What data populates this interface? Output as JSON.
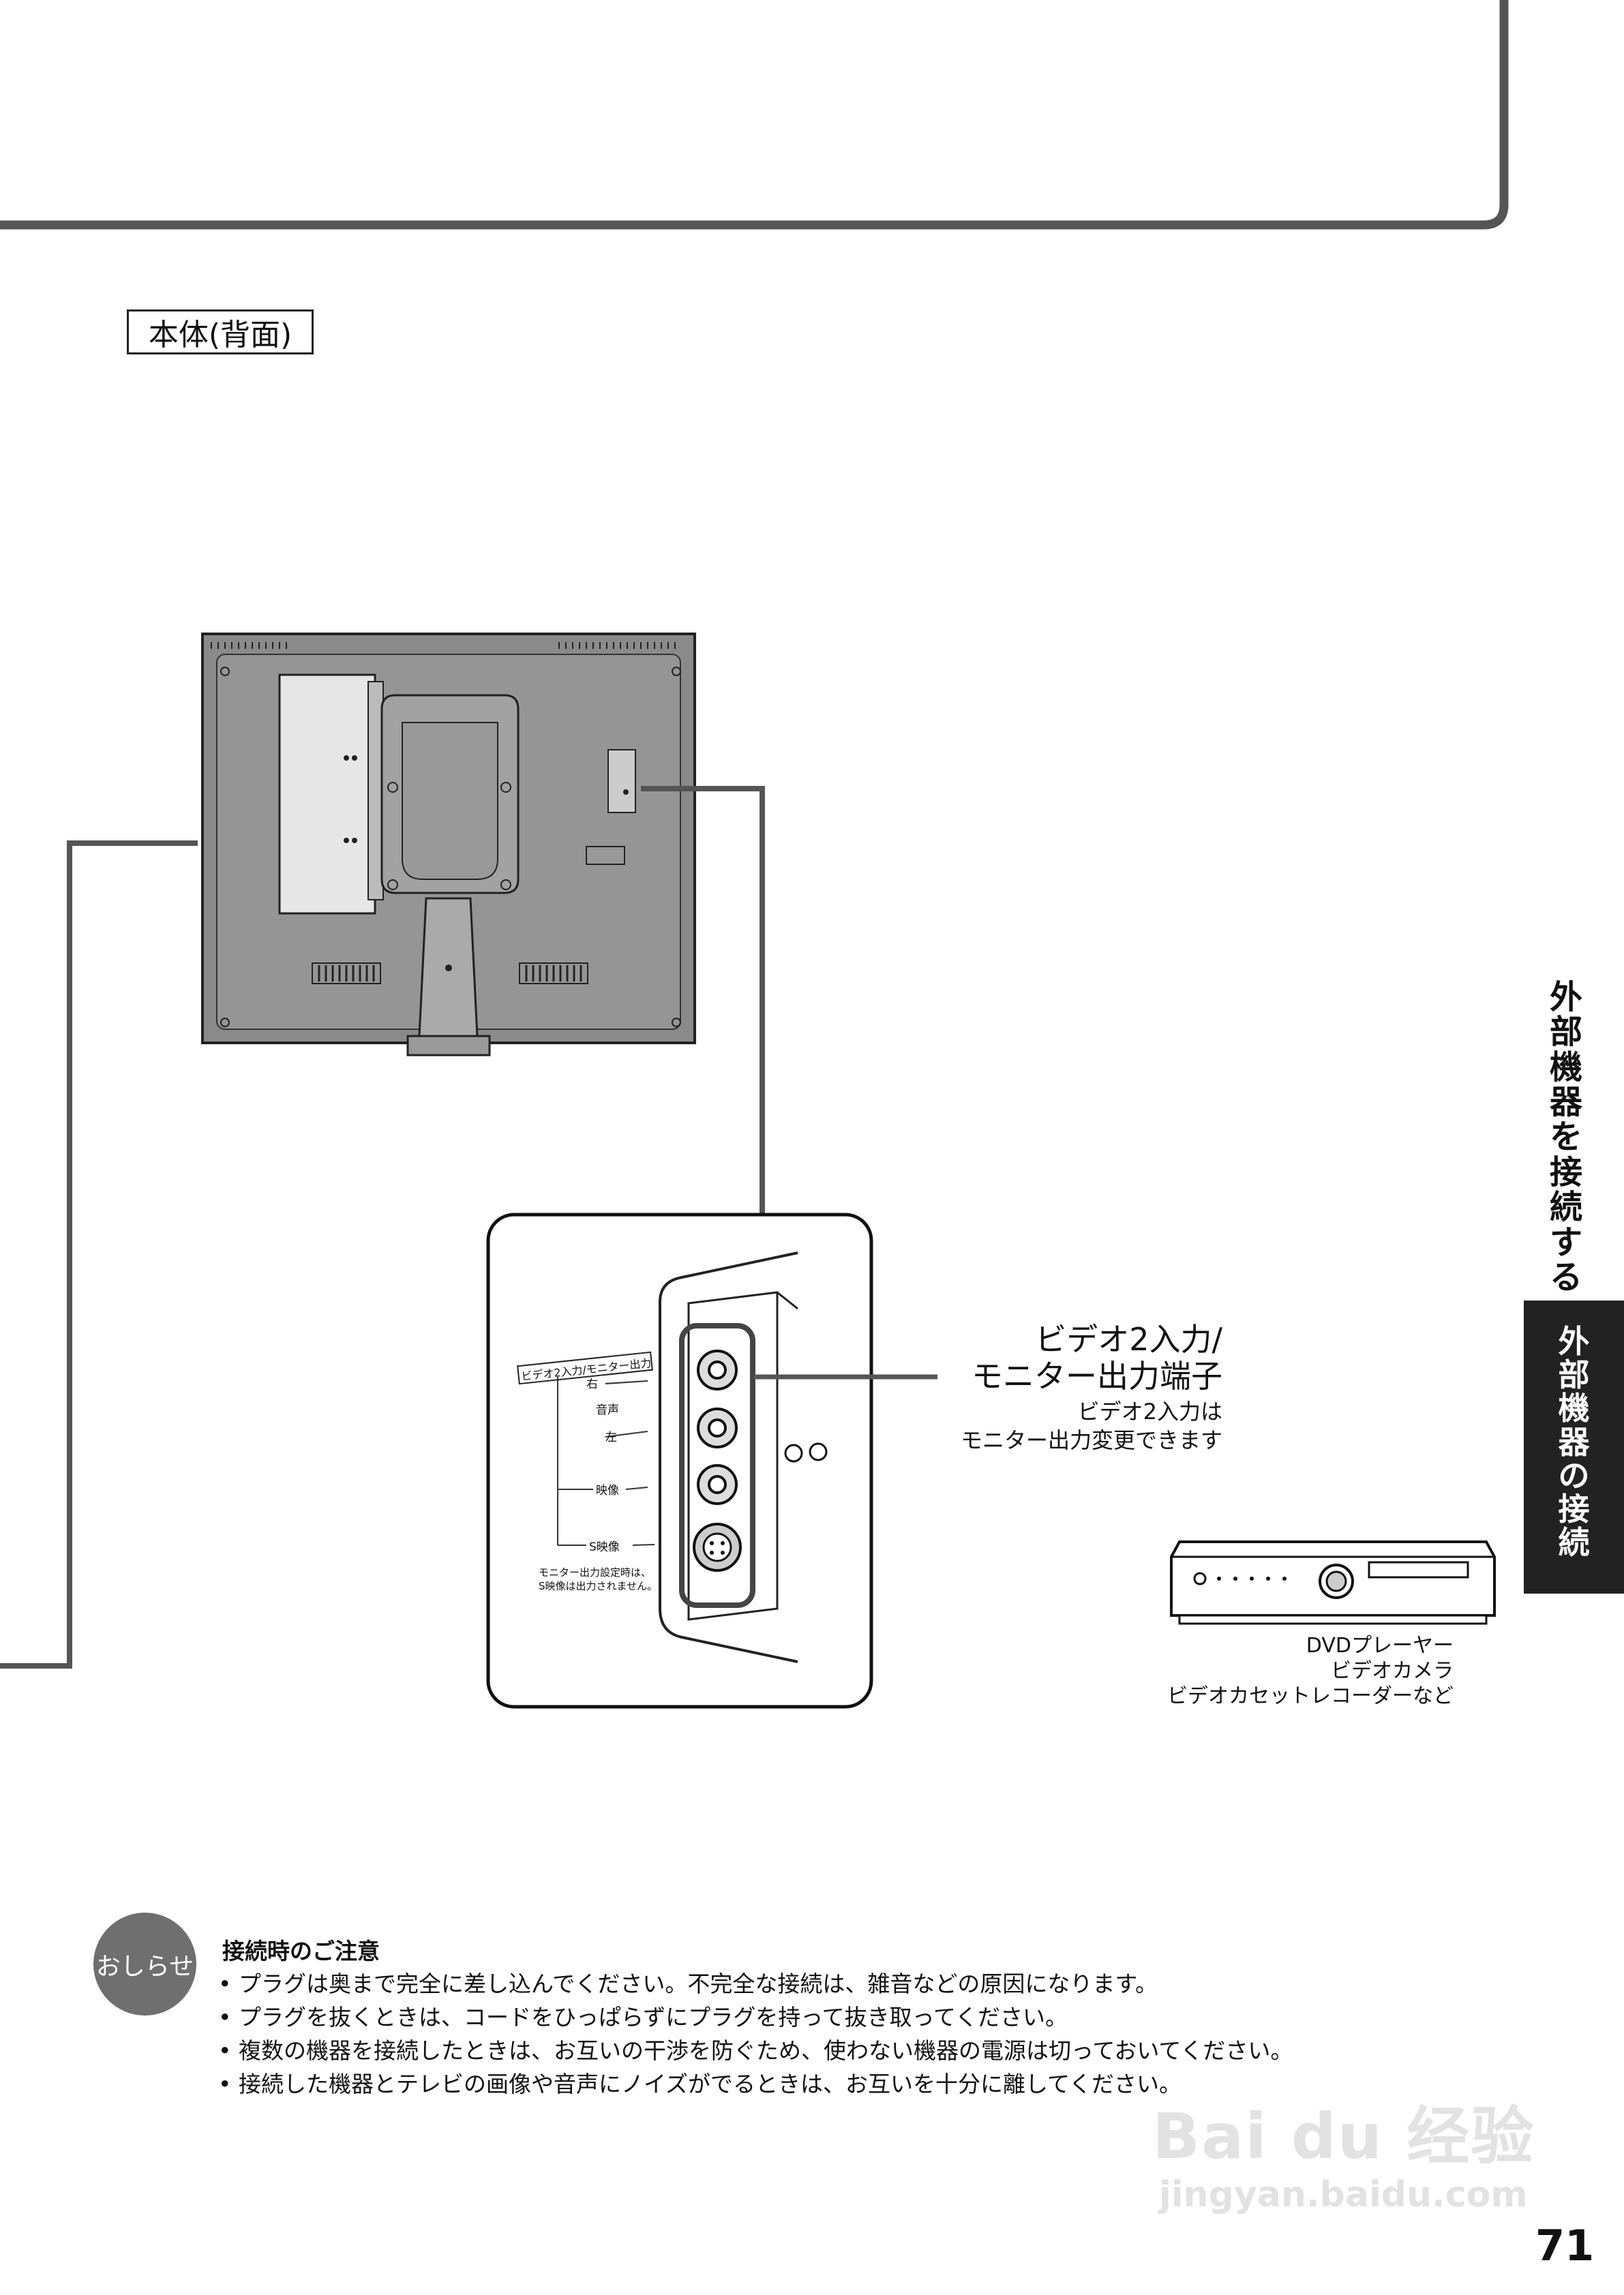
{
  "header_box": "本体(背面)",
  "side_heading": "外部機器を接続する",
  "side_tab": "外部機器の接続",
  "callout": {
    "title_line1": "ビデオ2入力/",
    "title_line2": "モニター出力端子",
    "sub_line1": "ビデオ2入力は",
    "sub_line2": "モニター出力変更できます"
  },
  "panel_labels": {
    "header": "ビデオ2入力/モニター出力",
    "right": "右",
    "audio": "音声",
    "left": "左",
    "video": "映像",
    "svideo": "S映像",
    "note1": "モニター出力設定時は、",
    "note2": "S映像は出力されません。"
  },
  "device_caption": {
    "line1": "DVDプレーヤー",
    "line2": "ビデオカメラ",
    "line3": "ビデオカセットレコーダーなど"
  },
  "notice": {
    "badge": "おしらせ",
    "title": "接続時のご注意",
    "items": [
      "プラグは奥まで完全に差し込んでください。不完全な接続は、雑音などの原因になります。",
      "プラグを抜くときは、コードをひっぱらずにプラグを持って抜き取ってください。",
      "複数の機器を接続したときは、お互いの干渉を防ぐため、使わない機器の電源は切っておいてください。",
      "接続した機器とテレビの画像や音声にノイズがでるときは、お互いを十分に離してください。"
    ]
  },
  "page_number": "71",
  "watermark": {
    "logo": "Bai du 经验",
    "url": "jingyan.baidu.com"
  },
  "colors": {
    "frame_line": "#555555",
    "tv_body": "#8a8a8a",
    "tab_bg": "#222222",
    "badge_bg": "#6f6f6f",
    "highlight": "#555555"
  }
}
